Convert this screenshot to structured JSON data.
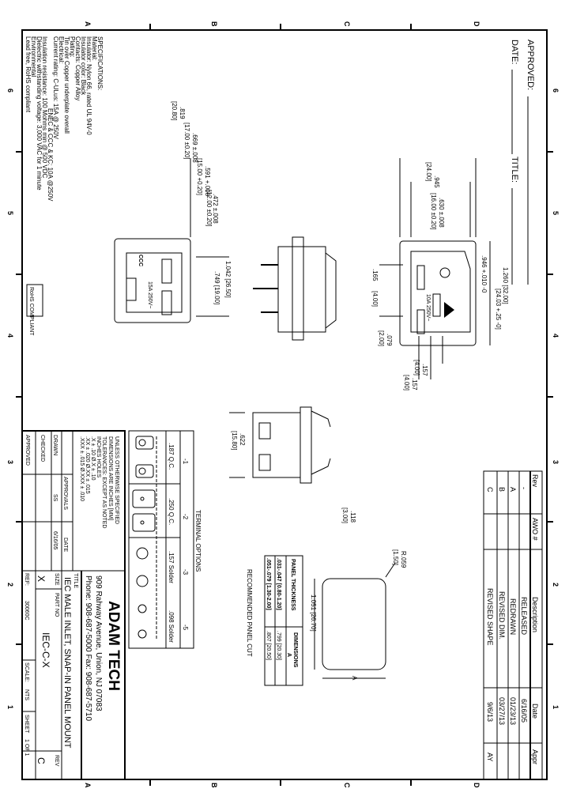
{
  "zones": {
    "letters": [
      "A",
      "B",
      "C",
      "D"
    ],
    "numbers": [
      "6",
      "5",
      "4",
      "3",
      "2",
      "1"
    ]
  },
  "approval": {
    "approved_label": "APPROVED:",
    "date_label": "DATE:",
    "title_label": "TITLE:"
  },
  "notes": {
    "lines": [
      "SPECIFICATIONS:",
      "Material:",
      "Insulator: Nylon 66, rated UL 94V-0",
      "Insulator color: Black",
      "Contacts: Copper Alloy",
      "Plating:",
      "Tin over Copper underplate overall",
      "Electrical:",
      "Current rating: C-ULus: 15A @ 250V",
      "ENEC & CCC & KC: 10A @250V",
      "Insulation resistance: 100 Mohms min @ 500 VDC",
      "Dielectric withstanding voltage: 3,000 VAC for 1 minute",
      "Environmental",
      "Lead free, RoHS compliant"
    ],
    "rohs_logo": "RoHS COMPLIANT"
  },
  "revisions": {
    "headers": [
      "Rev",
      "AWO #",
      "Description",
      "Date",
      "Appr"
    ],
    "rows": [
      {
        "rev": "-",
        "awo": "",
        "description": "RELEASED",
        "date": "6/16/05",
        "appr": ""
      },
      {
        "rev": "A",
        "awo": "",
        "description": "REDRAWN",
        "date": "01/23/13",
        "appr": ""
      },
      {
        "rev": "B",
        "awo": "",
        "description": "REVISED DIM.",
        "date": "03/27/13",
        "appr": ""
      },
      {
        "rev": "C",
        "awo": "",
        "description": "REVISED SHAPE",
        "date": "9/6/13",
        "appr": "AY"
      }
    ]
  },
  "dimensions": {
    "d945": ".945",
    "d945mm": "[24.00]",
    "d630": ".630 ±.008",
    "d630mm": "[16.00 ±0.20]",
    "d946": ".946 +.010 -0",
    "d946mm": "[24.03 +.25 -0]",
    "d1260": "1.260 [32.00]",
    "d165": ".165",
    "d165mm": "[4.00]",
    "d079": ".079",
    "d079mm": "[2.00]",
    "d157a": ".157",
    "d157amm": "[4.00]",
    "d157b": ".157",
    "d157bmm": "[4.00]",
    "d819": ".819",
    "d819mm": "[20.80]",
    "d669": ".669 ±.008",
    "d669mm": "[17.00 ±0.20]",
    "d591": ".591 +.008",
    "d591mm": "[15.00 +0.20]",
    "d472": ".472 ±.008",
    "d472mm": "[12.00 ±0.20]",
    "d1042": "1.042 [26.50]",
    "d749": ".749 [19.00]",
    "d622": ".622",
    "d622mm": "[15.80]",
    "d118": ".118",
    "d118mm": "[3.00]",
    "r059": "R.059",
    "r059mm": "[1.50]",
    "d1051": "1.051 [26.70]",
    "a_label": "A",
    "rating_mark": "10A 250V~",
    "rating_mark_left": "15A 250V~",
    "cert_mark": "CCC"
  },
  "panel": {
    "caption": "RECOMMENDED PANEL CUT",
    "headers": [
      "PANEL THICKNESS",
      "DIMENSIONS"
    ],
    "sub_header": "A",
    "rows": [
      {
        "thickness": ".031-.047 [0.80-1.20]",
        "dimension": ".799 [20.30]"
      },
      {
        "thickness": ".051-.079 [1.30-2.00]",
        "dimension": ".807 [20.50]"
      }
    ]
  },
  "terminals": {
    "title": "TERMINAL OPTIONS",
    "options": [
      {
        "code": "-1",
        "label": ".187 Q.C."
      },
      {
        "code": "-2",
        "label": ".250 Q.C."
      },
      {
        "code": "-3",
        "label": ".157 Solder"
      },
      {
        "code": "-5",
        "label": ".098 Solder"
      }
    ]
  },
  "title_block": {
    "tolerances": [
      "UNLESS OTHERWISE SPECIFIED",
      "DIMENSIONS ARE INCHES [MM]",
      "TOLERANCES: EXCEPT AS NOTED",
      "INCHES                      HOLES",
      ".X    ± .10          Ø.X    ± .10",
      ".XX   ± .020         Ø.XX   ± .015",
      ".XXX  ± .015         Ø.XXX  ± .010"
    ],
    "approvals_label": "APPROVALS",
    "date_label": "DATE",
    "drawn_label": "DRAWN",
    "drawn_by": "SS",
    "drawn_date": "6/16/05",
    "checked_label": "CHECKED",
    "approved_label": "APPROVED",
    "company": "ADAM TECH",
    "address": "909 Rahway Avenue, Union, NJ 07083",
    "phone": "Phone: 908-687-5000 Fax: 908-687-5710",
    "title_label": "TITLE",
    "title": "IEC MALE INLET, SNAP-IN PANEL MOUNT",
    "size_label": "SIZE",
    "size": "X",
    "part_no_label": "PART NO",
    "part_no": "IEC-C-X",
    "rev_label": "REV",
    "rev": "C",
    "ref_label": "REF:",
    "ref": "30060C",
    "scale_label": "SCALE:",
    "scale": "NTS",
    "sheet_label": "SHEET",
    "sheet": "1 OF 1"
  }
}
